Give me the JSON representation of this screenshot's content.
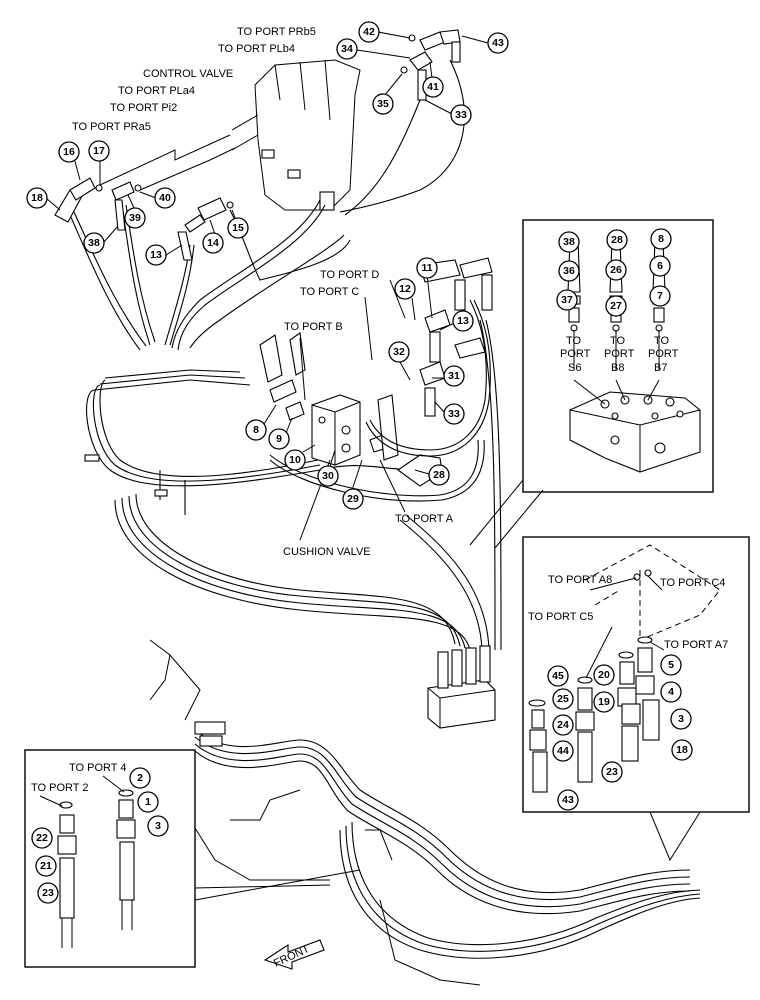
{
  "port_labels": {
    "pr_b5": "TO PORT PRb5",
    "pl_b4": "TO PORT PLb4",
    "control_valve": "CONTROL VALVE",
    "pl_a4": "TO PORT PLa4",
    "pi2": "TO PORT Pi2",
    "pr_a5": "TO PORT PRa5",
    "port_d": "TO PORT D",
    "port_c": "TO PORT C",
    "port_b": "TO PORT B",
    "port_a": "TO PORT A",
    "cushion_valve": "CUSHION VALVE",
    "port_a8": "TO PORT A8",
    "port_c4": "TO PORT C4",
    "port_c5": "TO PORT C5",
    "port_a7": "TO PORT A7",
    "port_4": "TO PORT 4",
    "port_2": "TO PORT 2",
    "front": "FRONT"
  },
  "inset_ports": {
    "to": "TO",
    "port": "PORT",
    "s6": "S6",
    "b8": "B8",
    "b7": "B7"
  },
  "callouts": {
    "c42": "42",
    "c43": "43",
    "c34": "34",
    "c41": "41",
    "c35": "35",
    "c33a": "33",
    "c16": "16",
    "c17": "17",
    "c18": "18",
    "c39": "39",
    "c40": "40",
    "c38": "38",
    "c13a": "13",
    "c14": "14",
    "c15": "15",
    "c11": "11",
    "c12": "12",
    "c13b": "13",
    "c32": "32",
    "c31": "31",
    "c33b": "33",
    "c8a": "8",
    "c9": "9",
    "c10": "10",
    "c30": "30",
    "c29": "29",
    "c28a": "28",
    "i38": "38",
    "i28": "28",
    "i8": "8",
    "i36": "36",
    "i26": "26",
    "i6": "6",
    "i37": "37",
    "i27": "27",
    "i7": "7",
    "b45": "45",
    "b25": "25",
    "b20": "20",
    "b5": "5",
    "b19": "19",
    "b4": "4",
    "b24": "24",
    "b3": "3",
    "b44": "44",
    "b18": "18",
    "b23": "23",
    "b43": "43",
    "l2": "2",
    "l1": "1",
    "l3": "3",
    "l22": "22",
    "l21": "21",
    "l23": "23"
  }
}
